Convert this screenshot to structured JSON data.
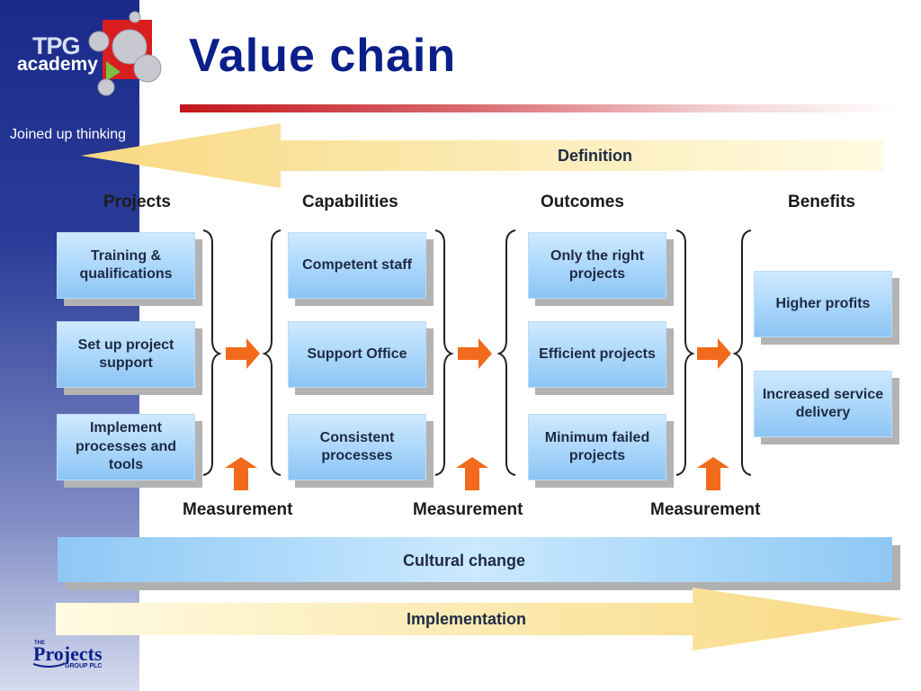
{
  "title": "Value chain",
  "branding": {
    "logo_main": "TPG",
    "logo_sub": "academy",
    "tagline": "Joined up thinking",
    "footer_logo_top": "THE",
    "footer_logo_main": "Projects",
    "footer_logo_bottom": "GROUP PLC"
  },
  "bands": {
    "definition": "Definition",
    "cultural_change": "Cultural change",
    "implementation": "Implementation"
  },
  "columns": {
    "projects": {
      "heading": "Projects",
      "items": [
        "Training & qualifications",
        "Set up project support",
        "Implement processes and tools"
      ]
    },
    "capabilities": {
      "heading": "Capabilities",
      "items": [
        "Competent staff",
        "Support Office",
        "Consistent processes"
      ]
    },
    "outcomes": {
      "heading": "Outcomes",
      "items": [
        "Only the right projects",
        "Efficient projects",
        "Minimum failed projects"
      ]
    },
    "benefits": {
      "heading": "Benefits",
      "items": [
        "Higher profits",
        "Increased service delivery"
      ]
    }
  },
  "measurement": [
    "Measurement",
    "Measurement",
    "Measurement"
  ],
  "colors": {
    "title": "#0b1f8a",
    "accent_arrow": "#f26a1b",
    "box_fill": "#a9d6fb",
    "band_yellow": "#f9dd8f",
    "rule_red": "#c4161c"
  }
}
